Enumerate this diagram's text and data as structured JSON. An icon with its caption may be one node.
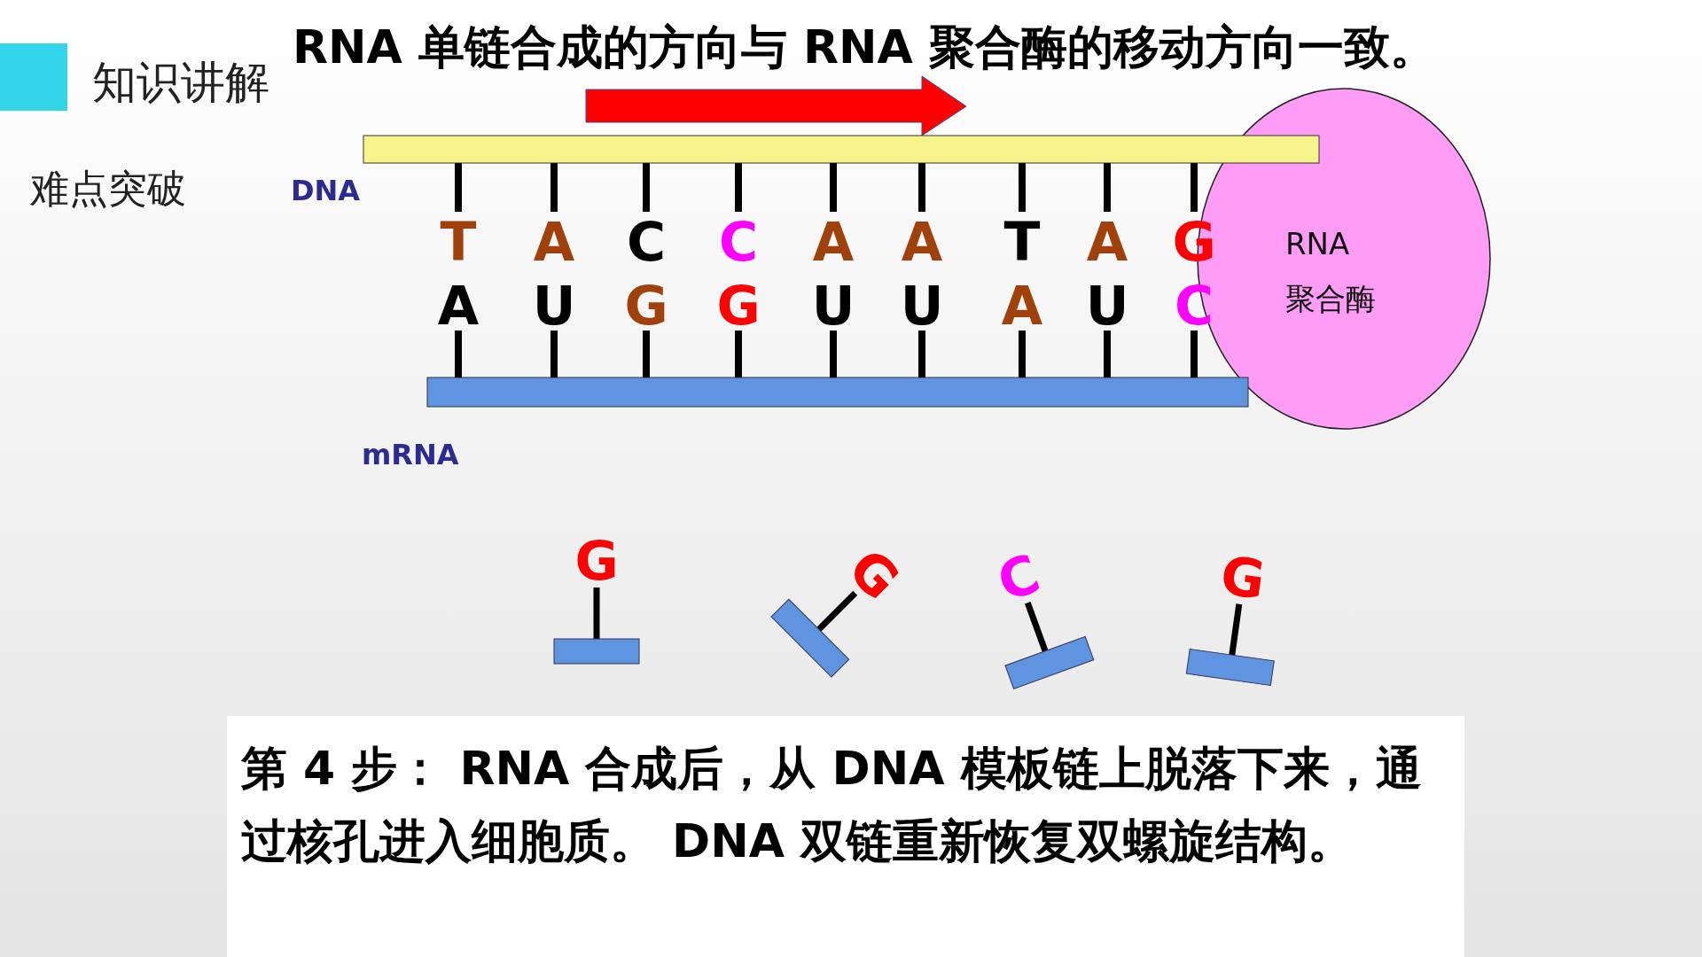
{
  "diagram": {
    "title": "RNA 单链合成的方向与 RNA 聚合酶的移动方向一致。",
    "nodes": [
      {
        "text": [
          "RNA 聚合酶"
        ]
      },
      {
        "text": [],
        "shape": "bar"
      },
      {
        "text": [],
        "shape": "bar"
      }
    ],
    "edges": [],
    "labels": [
      "知识讲解",
      "难点突破",
      "DNA",
      "T",
      "A",
      "C",
      "C",
      "A",
      "A",
      "T",
      "A",
      "G",
      "A",
      "U",
      "G",
      "G",
      "U",
      "U",
      "A",
      "U",
      "C",
      "mRNA",
      "G",
      "G",
      "C",
      "G",
      "第 4 步： RNA 合成后，从 DNA 模板链上脱落下来，通过核孔进入细胞质。 DNA 双链重新恢复双螺旋结构。"
    ]
  }
}
